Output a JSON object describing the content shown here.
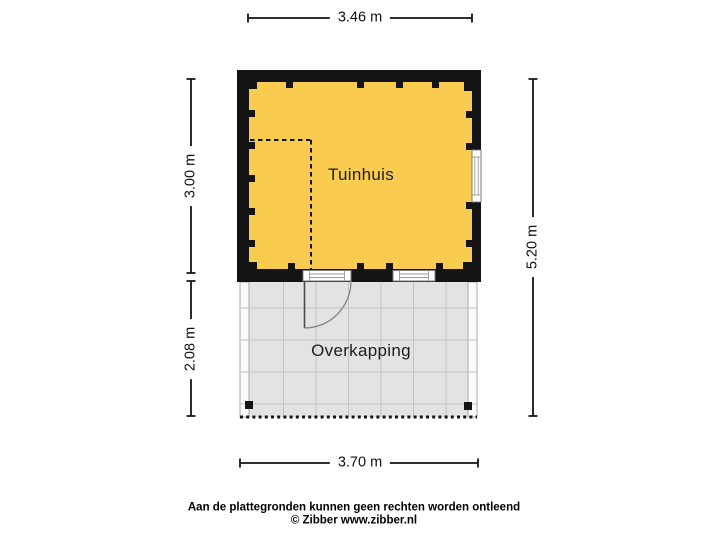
{
  "plan": {
    "rooms": [
      {
        "name": "Tuinhuis"
      },
      {
        "name": "Overkapping"
      }
    ],
    "dimensions": {
      "top_width": "3.46 m",
      "tuinhuis_depth": "3.00 m",
      "overkapping_depth": "2.08 m",
      "total_depth": "5.20 m",
      "bottom_width": "3.70 m"
    }
  },
  "footer": {
    "disclaimer": "Aan de plattegronden kunnen geen rechten worden ontleend",
    "copyright": "© Zibber www.zibber.nl"
  },
  "colors": {
    "tuinhuis_fill": "#F9CB4F",
    "overkapping_fill": "#E3E3E3",
    "wall": "#141414",
    "grid_line": "#C3C3C3",
    "dimension": "#141414",
    "frame_line": "#7d7d7d"
  }
}
